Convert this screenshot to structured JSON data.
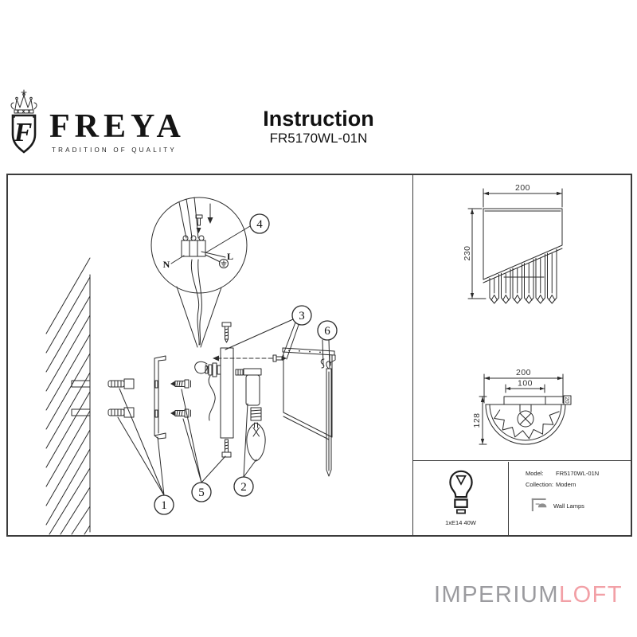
{
  "header": {
    "logo_letter": "F",
    "brand": "FREYA",
    "tagline": "TRADITION OF QUALITY",
    "title": "Instruction",
    "model_number": "FR5170WL-01N"
  },
  "diagram": {
    "callouts": {
      "c1": "1",
      "c2": "2",
      "c3": "3",
      "c4": "4",
      "c5": "5",
      "c6": "6"
    },
    "wiring": {
      "neutral": "N",
      "live": "L"
    }
  },
  "dimensions": {
    "front_view": {
      "width": "200",
      "height": "230"
    },
    "top_view": {
      "width": "200",
      "inner_width": "100",
      "depth": "128",
      "edge": "20"
    }
  },
  "specs": {
    "model_label": "Model:",
    "model_value": "FR5170WL-01N",
    "collection_label": "Collection:",
    "collection_value": "Modern",
    "category": "Wall Lamps",
    "bulb": "1xE14 40W"
  },
  "watermark": {
    "primary": "IMPERIUM",
    "accent": "LOFT",
    "primary_color": "#9b9b9f",
    "accent_color": "#f2a0a6"
  },
  "colors": {
    "line": "#2b2b2b",
    "box_border": "#3b3b3b",
    "icon_gray": "#8f8f8f"
  }
}
